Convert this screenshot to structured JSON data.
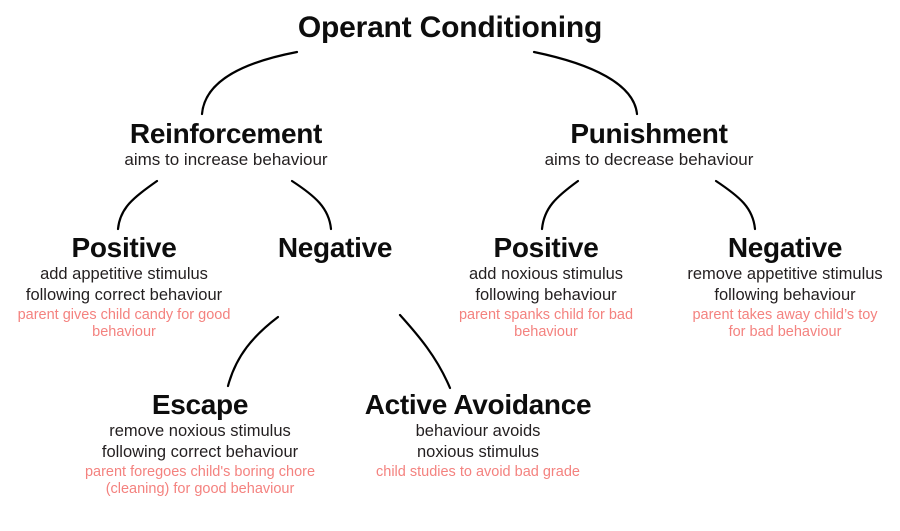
{
  "diagram": {
    "title": "Operant Conditioning",
    "background_color": "#ffffff",
    "heading_color": "#0d0d0d",
    "description_color": "#231f20",
    "example_color": "#f4827f",
    "edge_color": "#000000"
  },
  "nodes": {
    "root": {
      "heading": "Operant Conditioning",
      "desc": "",
      "example": ""
    },
    "reinforcement": {
      "heading": "Reinforcement",
      "desc": "aims to increase behaviour",
      "example": ""
    },
    "punishment": {
      "heading": "Punishment",
      "desc": "aims to decrease behaviour",
      "example": ""
    },
    "reinforcement_positive": {
      "heading": "Positive",
      "desc_line1": "add appetitive stimulus",
      "desc_line2": "following correct behaviour",
      "example_line1": "parent gives child candy for good",
      "example_line2": "behaviour"
    },
    "reinforcement_negative": {
      "heading": "Negative",
      "desc_line1": "",
      "desc_line2": "",
      "example_line1": "",
      "example_line2": ""
    },
    "punishment_positive": {
      "heading": "Positive",
      "desc_line1": "add noxious stimulus",
      "desc_line2": "following behaviour",
      "example_line1": "parent spanks child for bad",
      "example_line2": "behaviour"
    },
    "punishment_negative": {
      "heading": "Negative",
      "desc_line1": "remove appetitive stimulus",
      "desc_line2": "following behaviour",
      "example_line1": "parent takes away child’s toy",
      "example_line2": "for bad behaviour"
    },
    "escape": {
      "heading": "Escape",
      "desc_line1": "remove noxious stimulus",
      "desc_line2": "following correct behaviour",
      "example_line1": "parent foregoes child's boring chore",
      "example_line2": "(cleaning) for good behaviour"
    },
    "active_avoidance": {
      "heading": "Active Avoidance",
      "desc_line1": "behaviour avoids",
      "desc_line2": "noxious stimulus",
      "example_line1": "child studies to avoid bad grade",
      "example_line2": ""
    }
  }
}
